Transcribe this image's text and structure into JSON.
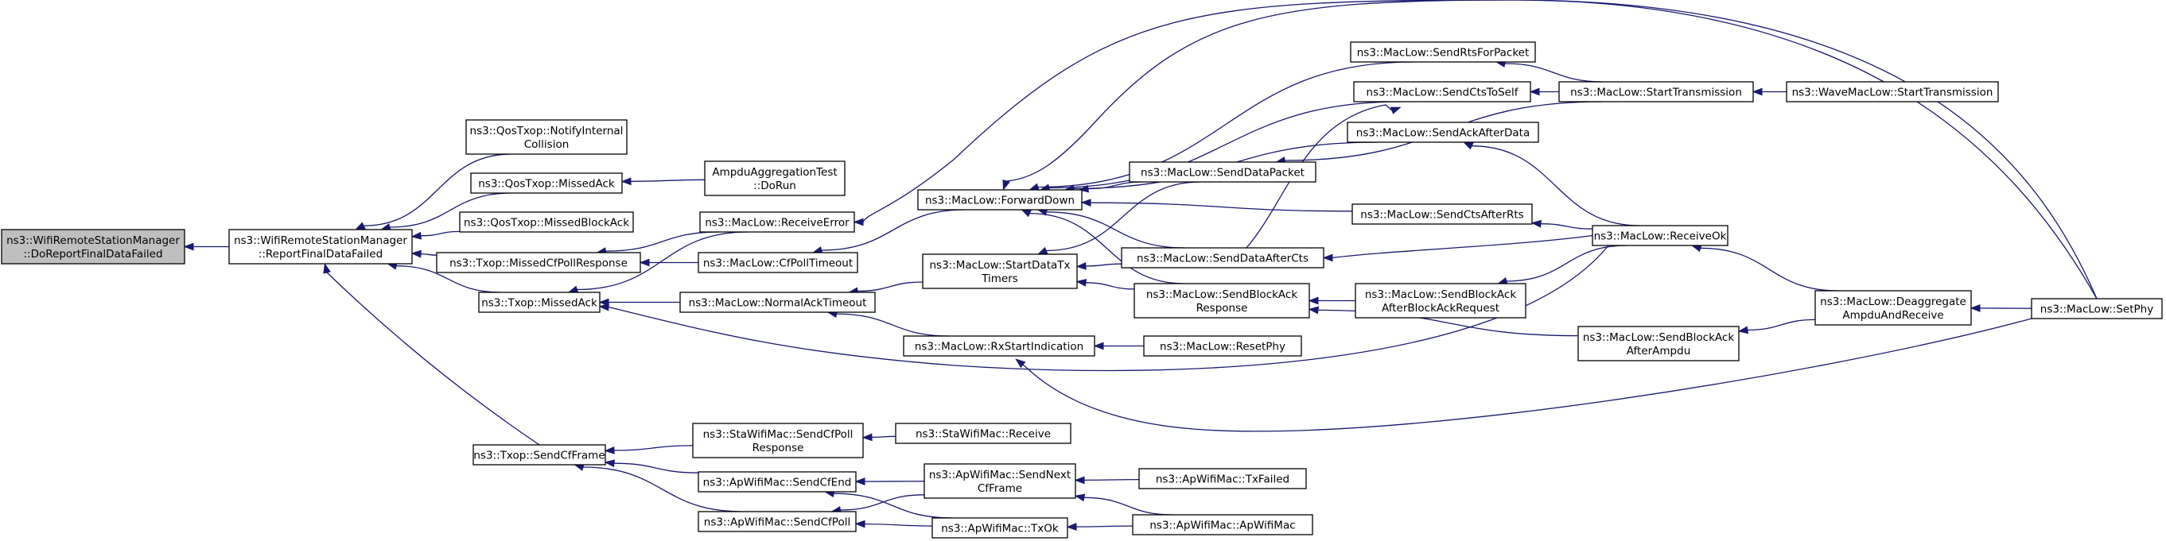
{
  "graph": {
    "nodes": [
      {
        "id": "root",
        "lines": [
          "ns3::WifiRemoteStationManager",
          "::DoReportFinalDataFailed"
        ],
        "highlight": true
      },
      {
        "id": "report",
        "lines": [
          "ns3::WifiRemoteStationManager",
          "::ReportFinalDataFailed"
        ]
      },
      {
        "id": "notify",
        "lines": [
          "ns3::QosTxop::NotifyInternal",
          "Collision"
        ]
      },
      {
        "id": "qmissed",
        "lines": [
          "ns3::QosTxop::MissedAck"
        ]
      },
      {
        "id": "qmissedblock",
        "lines": [
          "ns3::QosTxop::MissedBlockAck"
        ]
      },
      {
        "id": "tmissedcf",
        "lines": [
          "ns3::Txop::MissedCfPollResponse"
        ]
      },
      {
        "id": "tmissed",
        "lines": [
          "ns3::Txop::MissedAck"
        ]
      },
      {
        "id": "tsendcf",
        "lines": [
          "ns3::Txop::SendCfFrame"
        ]
      },
      {
        "id": "ampdutest",
        "lines": [
          "AmpduAggregationTest",
          "::DoRun"
        ]
      },
      {
        "id": "recverr",
        "lines": [
          "ns3::MacLow::ReceiveError"
        ]
      },
      {
        "id": "cfpoll",
        "lines": [
          "ns3::MacLow::CfPollTimeout"
        ]
      },
      {
        "id": "normalack",
        "lines": [
          "ns3::MacLow::NormalAckTimeout"
        ]
      },
      {
        "id": "stacfpoll",
        "lines": [
          "ns3::StaWifiMac::SendCfPoll",
          "Response"
        ]
      },
      {
        "id": "apcfend",
        "lines": [
          "ns3::ApWifiMac::SendCfEnd"
        ]
      },
      {
        "id": "apcfpoll",
        "lines": [
          "ns3::ApWifiMac::SendCfPoll"
        ]
      },
      {
        "id": "forward",
        "lines": [
          "ns3::MacLow::ForwardDown"
        ]
      },
      {
        "id": "startdatatx",
        "lines": [
          "ns3::MacLow::StartDataTx",
          "Timers"
        ]
      },
      {
        "id": "rxstart",
        "lines": [
          "ns3::MacLow::RxStartIndication"
        ]
      },
      {
        "id": "starecv",
        "lines": [
          "ns3::StaWifiMac::Receive"
        ]
      },
      {
        "id": "apnextcf",
        "lines": [
          "ns3::ApWifiMac::SendNext",
          "CfFrame"
        ]
      },
      {
        "id": "aptxok",
        "lines": [
          "ns3::ApWifiMac::TxOk"
        ]
      },
      {
        "id": "senddatapkt",
        "lines": [
          "ns3::MacLow::SendDataPacket"
        ]
      },
      {
        "id": "senddataaftercts",
        "lines": [
          "ns3::MacLow::SendDataAfterCts"
        ]
      },
      {
        "id": "sendblockackresp",
        "lines": [
          "ns3::MacLow::SendBlockAck",
          "Response"
        ]
      },
      {
        "id": "resetphy",
        "lines": [
          "ns3::MacLow::ResetPhy"
        ]
      },
      {
        "id": "aptxfailed",
        "lines": [
          "ns3::ApWifiMac::TxFailed"
        ]
      },
      {
        "id": "apwifimac",
        "lines": [
          "ns3::ApWifiMac::ApWifiMac"
        ]
      },
      {
        "id": "sendrts",
        "lines": [
          "ns3::MacLow::SendRtsForPacket"
        ]
      },
      {
        "id": "sendctstoself",
        "lines": [
          "ns3::MacLow::SendCtsToSelf"
        ]
      },
      {
        "id": "sendackafterdata",
        "lines": [
          "ns3::MacLow::SendAckAfterData"
        ]
      },
      {
        "id": "sendctsafterrts",
        "lines": [
          "ns3::MacLow::SendCtsAfterRts"
        ]
      },
      {
        "id": "sendblockackafterreq",
        "lines": [
          "ns3::MacLow::SendBlockAck",
          "AfterBlockAckRequest"
        ]
      },
      {
        "id": "sendblockackafterampdu",
        "lines": [
          "ns3::MacLow::SendBlockAck",
          "AfterAmpdu"
        ]
      },
      {
        "id": "starttx",
        "lines": [
          "ns3::MacLow::StartTransmission"
        ]
      },
      {
        "id": "receiveok",
        "lines": [
          "ns3::MacLow::ReceiveOk"
        ]
      },
      {
        "id": "wavestarttx",
        "lines": [
          "ns3::WaveMacLow::StartTransmission"
        ]
      },
      {
        "id": "deaggregate",
        "lines": [
          "ns3::MacLow::Deaggregate",
          "AmpduAndReceive"
        ]
      },
      {
        "id": "setphy",
        "lines": [
          "ns3::MacLow::SetPhy"
        ]
      }
    ],
    "edges": [
      {
        "from": "report",
        "to": "root"
      },
      {
        "from": "notify",
        "to": "report"
      },
      {
        "from": "qmissed",
        "to": "report"
      },
      {
        "from": "qmissedblock",
        "to": "report"
      },
      {
        "from": "tmissedcf",
        "to": "report"
      },
      {
        "from": "tmissed",
        "to": "report"
      },
      {
        "from": "tsendcf",
        "to": "report"
      },
      {
        "from": "ampdutest",
        "to": "qmissed"
      },
      {
        "from": "recverr",
        "to": "tmissedcf"
      },
      {
        "from": "cfpoll",
        "to": "tmissedcf"
      },
      {
        "from": "recverr",
        "to": "tmissed"
      },
      {
        "from": "normalack",
        "to": "tmissed"
      },
      {
        "from": "receiveok",
        "to": "tmissed"
      },
      {
        "from": "stacfpoll",
        "to": "tsendcf"
      },
      {
        "from": "apcfend",
        "to": "tsendcf"
      },
      {
        "from": "apcfpoll",
        "to": "tsendcf"
      },
      {
        "from": "setphy",
        "to": "recverr"
      },
      {
        "from": "forward",
        "to": "cfpoll"
      },
      {
        "from": "startdatatx",
        "to": "normalack"
      },
      {
        "from": "rxstart",
        "to": "normalack"
      },
      {
        "from": "starecv",
        "to": "stacfpoll"
      },
      {
        "from": "apnextcf",
        "to": "apcfend"
      },
      {
        "from": "aptxok",
        "to": "apcfend"
      },
      {
        "from": "apnextcf",
        "to": "apcfpoll"
      },
      {
        "from": "aptxok",
        "to": "apcfpoll"
      },
      {
        "from": "senddatapkt",
        "to": "forward"
      },
      {
        "from": "senddataaftercts",
        "to": "forward"
      },
      {
        "from": "sendblockackresp",
        "to": "forward"
      },
      {
        "from": "sendrts",
        "to": "forward"
      },
      {
        "from": "sendctstoself",
        "to": "forward"
      },
      {
        "from": "sendackafterdata",
        "to": "forward"
      },
      {
        "from": "sendctsafterrts",
        "to": "forward"
      },
      {
        "from": "senddatapkt",
        "to": "startdatatx"
      },
      {
        "from": "senddataaftercts",
        "to": "startdatatx"
      },
      {
        "from": "sendblockackresp",
        "to": "startdatatx"
      },
      {
        "from": "resetphy",
        "to": "rxstart"
      },
      {
        "from": "setphy",
        "to": "rxstart"
      },
      {
        "from": "aptxfailed",
        "to": "apnextcf"
      },
      {
        "from": "apwifimac",
        "to": "apnextcf"
      },
      {
        "from": "apwifimac",
        "to": "aptxok"
      },
      {
        "from": "starttx",
        "to": "senddatapkt"
      },
      {
        "from": "receiveok",
        "to": "senddataaftercts"
      },
      {
        "from": "sendblockackafterreq",
        "to": "sendblockackresp"
      },
      {
        "from": "sendblockackafterampdu",
        "to": "sendblockackresp"
      },
      {
        "from": "starttx",
        "to": "sendrts"
      },
      {
        "from": "starttx",
        "to": "sendctstoself"
      },
      {
        "from": "receiveok",
        "to": "sendackafterdata"
      },
      {
        "from": "receiveok",
        "to": "sendctsafterrts"
      },
      {
        "from": "receiveok",
        "to": "sendblockackafterreq"
      },
      {
        "from": "deaggregate",
        "to": "sendblockackafterampdu"
      },
      {
        "from": "senddataaftercts",
        "to": "sendctstoself"
      },
      {
        "from": "wavestarttx",
        "to": "starttx"
      },
      {
        "from": "deaggregate",
        "to": "receiveok"
      },
      {
        "from": "setphy",
        "to": "deaggregate"
      },
      {
        "from": "setphy",
        "to": "forward"
      }
    ]
  }
}
